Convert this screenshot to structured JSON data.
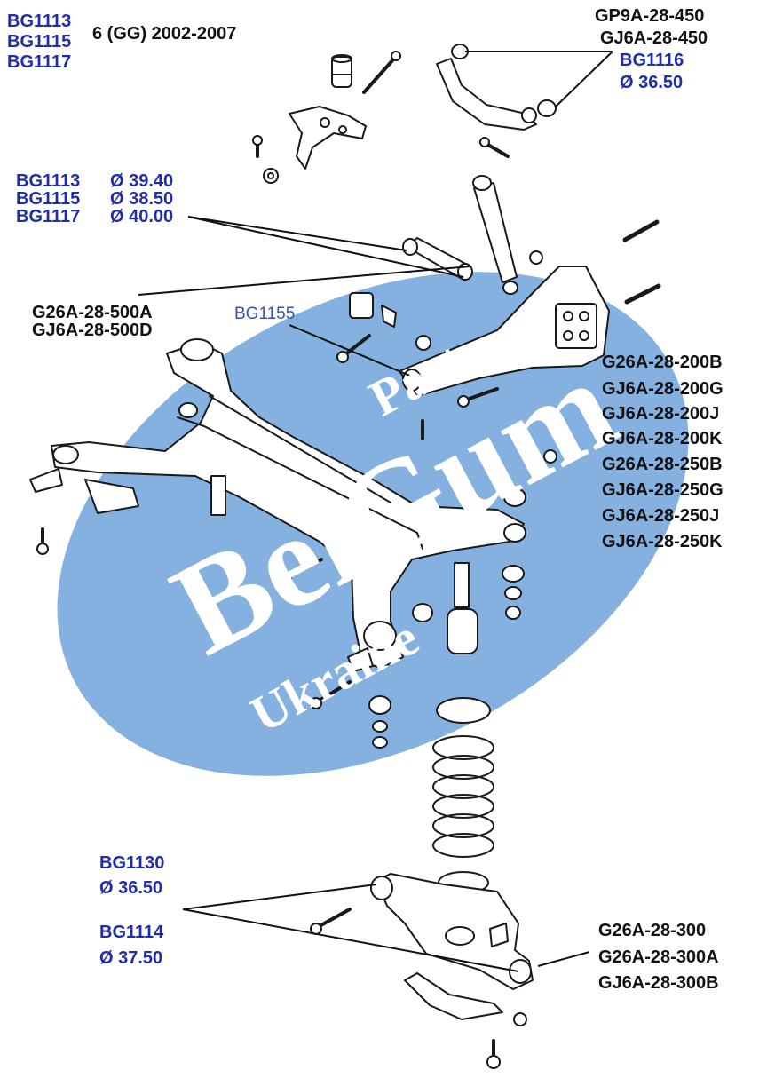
{
  "colors": {
    "watermark_oval": "#6fa3d9",
    "part_number_blue": "#1f2ea8",
    "part_number_black": "#111111",
    "line_art": "#1a1a1a"
  },
  "header": {
    "codes": [
      "BG1113",
      "BG1115",
      "BG1117"
    ],
    "model": "6 (GG)  2002-2007"
  },
  "top_right": {
    "oem": [
      "GP9A-28-450",
      "GJ6A-28-450"
    ],
    "part": "BG1116",
    "diameter": "Ø 36.50"
  },
  "link_group": {
    "rows": [
      {
        "code": "BG1113",
        "diameter": "Ø 39.40"
      },
      {
        "code": "BG1115",
        "diameter": "Ø 38.50"
      },
      {
        "code": "BG1117",
        "diameter": "Ø 40.00"
      }
    ],
    "oem": [
      "G26A-28-500A",
      "GJ6A-28-500D"
    ]
  },
  "trailing_arm": {
    "part": "BG1155"
  },
  "right_column": [
    "G26A-28-200B",
    "GJ6A-28-200G",
    "GJ6A-28-200J",
    "GJ6A-28-200K",
    "G26A-28-250B",
    "GJ6A-28-250G",
    "GJ6A-28-250J",
    "GJ6A-28-250K"
  ],
  "lower_arm": {
    "parts": [
      {
        "code": "BG1130",
        "diameter": "Ø 36.50"
      },
      {
        "code": "BG1114",
        "diameter": "Ø 37.50"
      }
    ],
    "oem": [
      "G26A-28-300",
      "G26A-28-300A",
      "GJ6A-28-300B"
    ]
  },
  "watermark": {
    "big": "BelGum",
    "top": "Parts",
    "bottom": "Ukraine"
  }
}
